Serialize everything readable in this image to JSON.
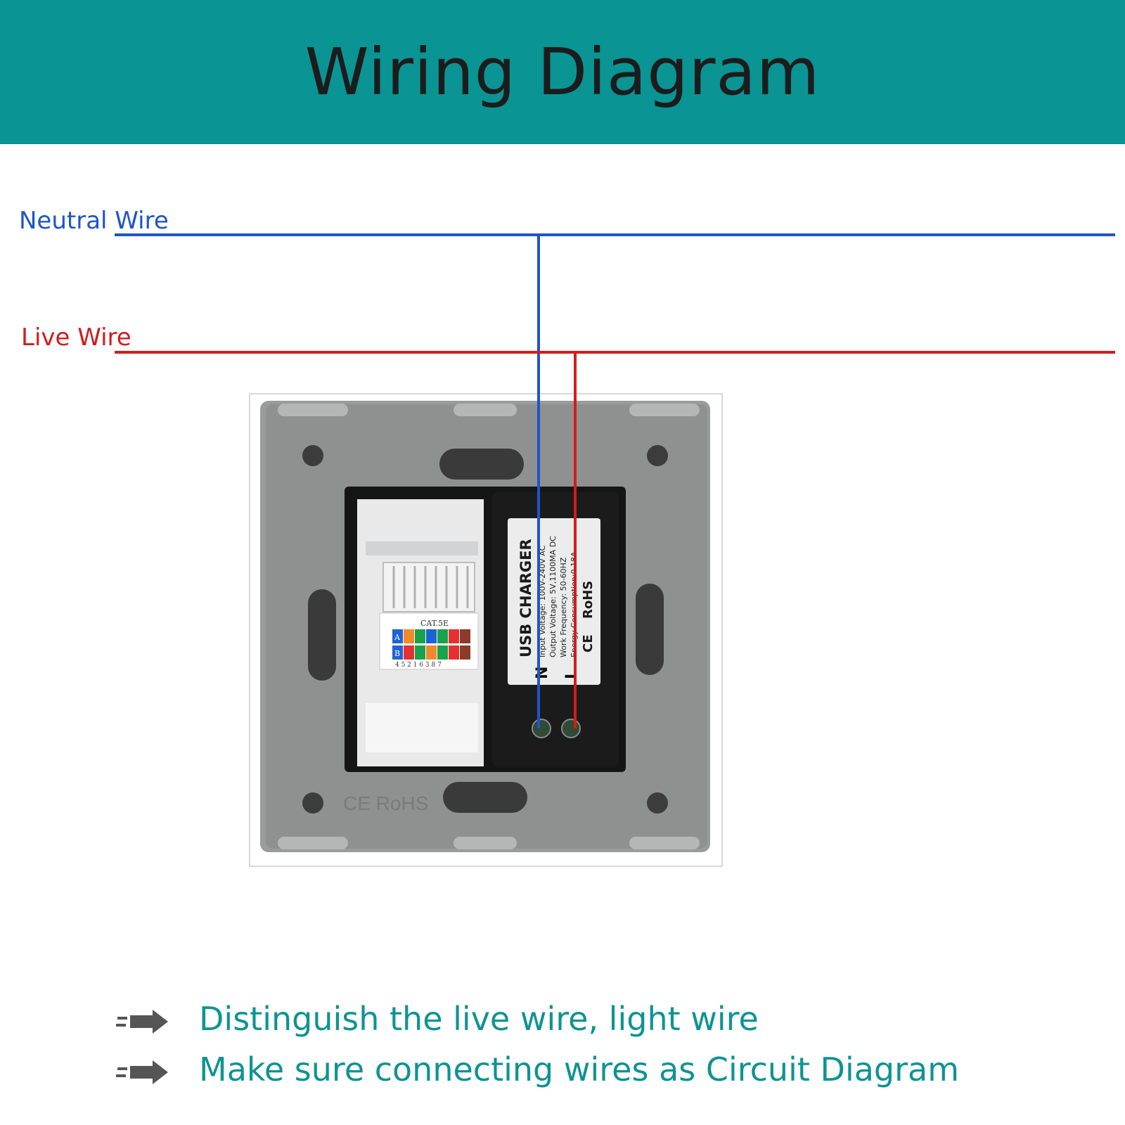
{
  "header": {
    "title": "Wiring Diagram",
    "background": "#0a9494"
  },
  "wires": {
    "neutral": {
      "label": "Neutral Wire",
      "color": "#1e55c8"
    },
    "live": {
      "label": "Live Wire",
      "color": "#d11d1d"
    }
  },
  "device": {
    "module_title": "USB CHARGER",
    "spec_lines": [
      "Input Voltage: 100V-240V AC",
      "Output Voltage: 5V,1100MA DC",
      "Work Frequency: 50-60HZ",
      "Energy Consumption:0.18A"
    ],
    "rohs": "RoHS",
    "ce": "CE",
    "terminal_n": "N",
    "terminal_l": "L",
    "cat_label": "CAT.5E",
    "cat_rows": [
      "A",
      "B"
    ],
    "cat_pins": "4 5 2 1 6 3 8 7",
    "plate_mark": "CE RoHS"
  },
  "notes": {
    "bullets": [
      "Distinguish the live wire, light wire",
      "Make sure connecting wires as Circuit Diagram"
    ],
    "icon": "double-arrow-icon",
    "text_color": "#0f9393"
  }
}
